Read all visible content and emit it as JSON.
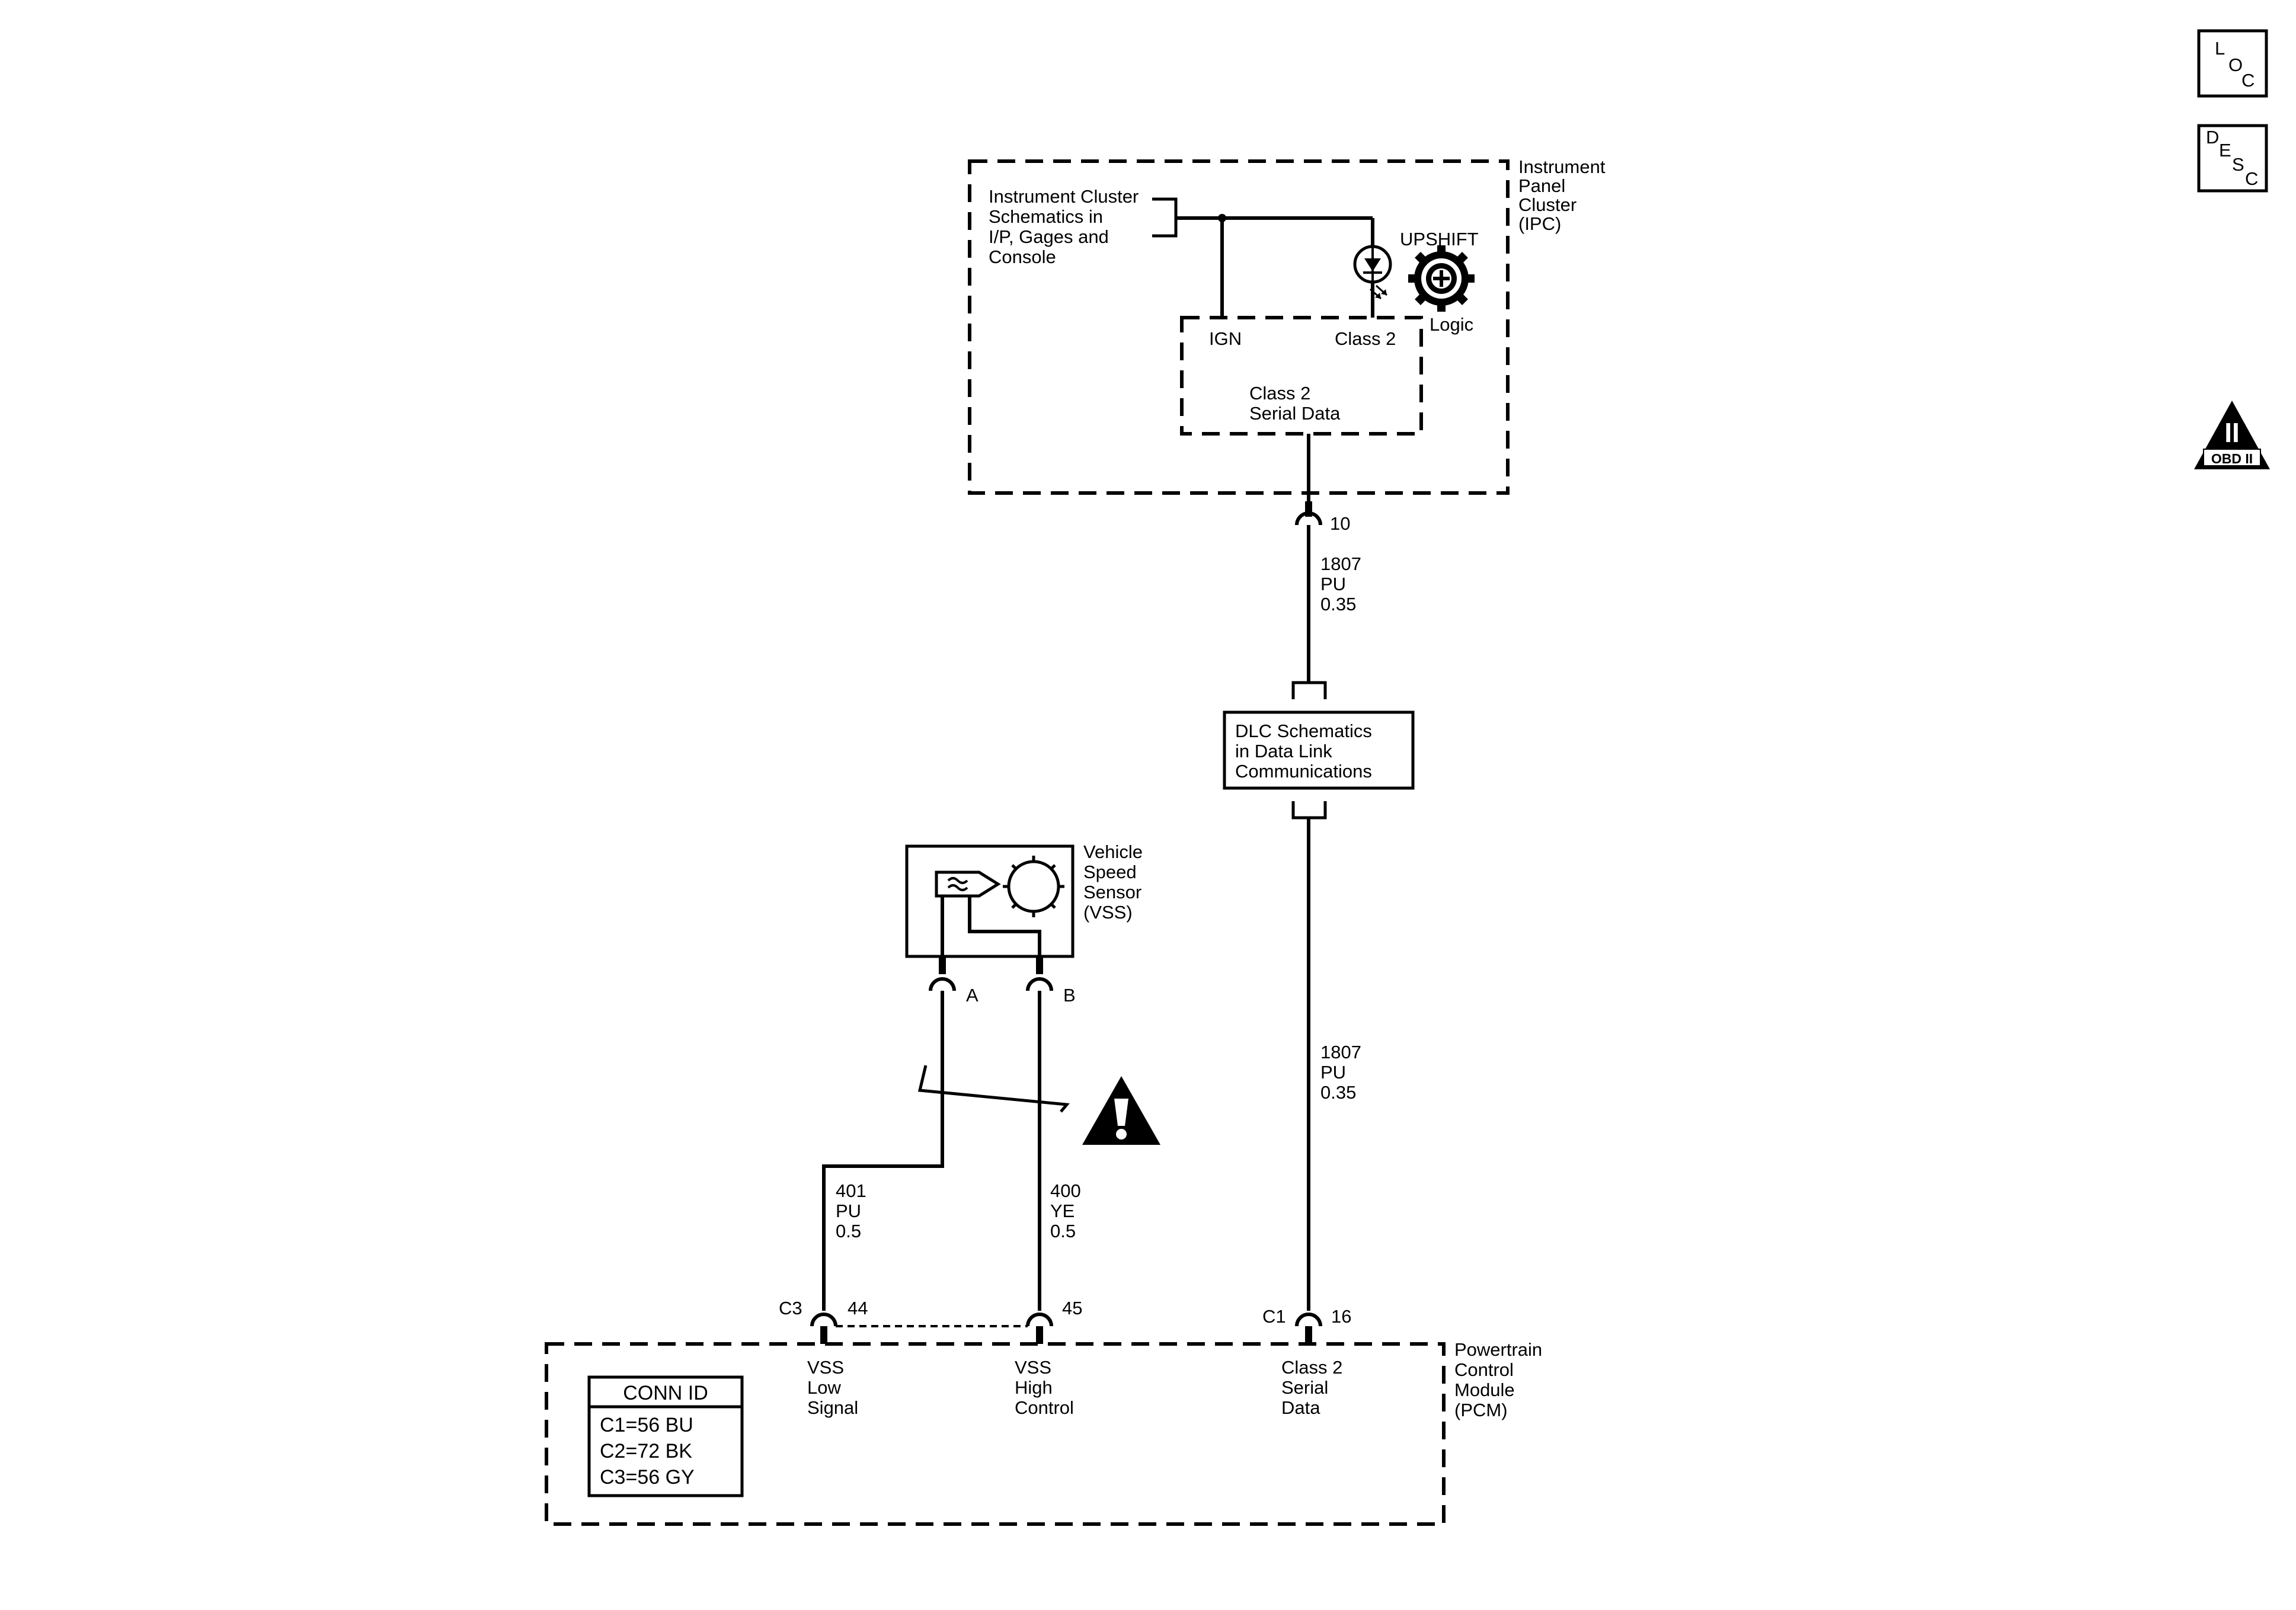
{
  "side_icons": {
    "loc": [
      "L",
      "O",
      "C"
    ],
    "desc": [
      "D",
      "E",
      "S",
      "C"
    ],
    "obd_numeral": "II",
    "obd_label": "OBD II"
  },
  "ipc": {
    "title": [
      "Instrument",
      "Panel",
      "Cluster",
      "(IPC)"
    ],
    "ref": [
      "Instrument Cluster",
      "Schematics in",
      "I/P, Gages and",
      "Console"
    ],
    "upshift": "UPSHIFT",
    "logic": "Logic",
    "ign": "IGN",
    "class2": "Class 2",
    "serial": [
      "Class 2",
      "Serial Data"
    ],
    "pin": "10"
  },
  "wire_upper": [
    "1807",
    "PU",
    "0.35"
  ],
  "dlc": [
    "DLC Schematics",
    "in Data Link",
    "Communications"
  ],
  "wire_lower": [
    "1807",
    "PU",
    "0.35"
  ],
  "vss": {
    "title": [
      "Vehicle",
      "Speed",
      "Sensor",
      "(VSS)"
    ],
    "pin_a": "A",
    "pin_b": "B"
  },
  "wire_401": [
    "401",
    "PU",
    "0.5"
  ],
  "wire_400": [
    "400",
    "YE",
    "0.5"
  ],
  "pcm": {
    "title": [
      "Powertrain",
      "Control",
      "Module",
      "(PCM)"
    ],
    "conn_c3": "C3",
    "pin_44": "44",
    "pin_45": "45",
    "conn_c1": "C1",
    "pin_16": "16",
    "vss_low": [
      "VSS",
      "Low",
      "Signal"
    ],
    "vss_high": [
      "VSS",
      "High",
      "Control"
    ],
    "class2": [
      "Class 2",
      "Serial",
      "Data"
    ]
  },
  "conn_id": {
    "title": "CONN ID",
    "rows": [
      "C1=56 BU",
      "C2=72 BK",
      "C3=56 GY"
    ]
  }
}
